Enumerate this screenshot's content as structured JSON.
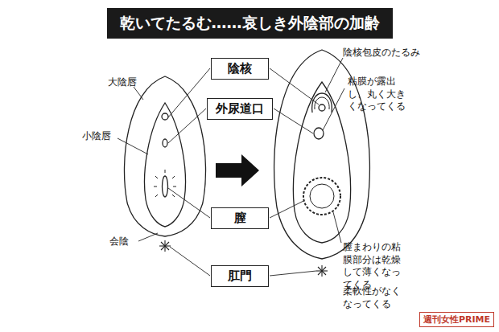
{
  "diagram": {
    "title": "乾いてたるむ……哀しき外陰部の加齢",
    "nodes": [
      {
        "text": [
          "陰核"
        ]
      },
      {
        "text": [
          "外尿道口"
        ]
      },
      {
        "text": [
          "膣"
        ]
      },
      {
        "text": [
          "肛門"
        ]
      }
    ],
    "labels": [
      "大陰唇",
      "小陰唇",
      "会陰",
      "陰核包皮のたるみ",
      "粘膜が露出し、丸く大きくなってくる",
      "膣まわりの粘膜部分は乾燥して薄くなってくる",
      "柔軟性がなくなってくる",
      "週刊女性PRIME"
    ]
  }
}
